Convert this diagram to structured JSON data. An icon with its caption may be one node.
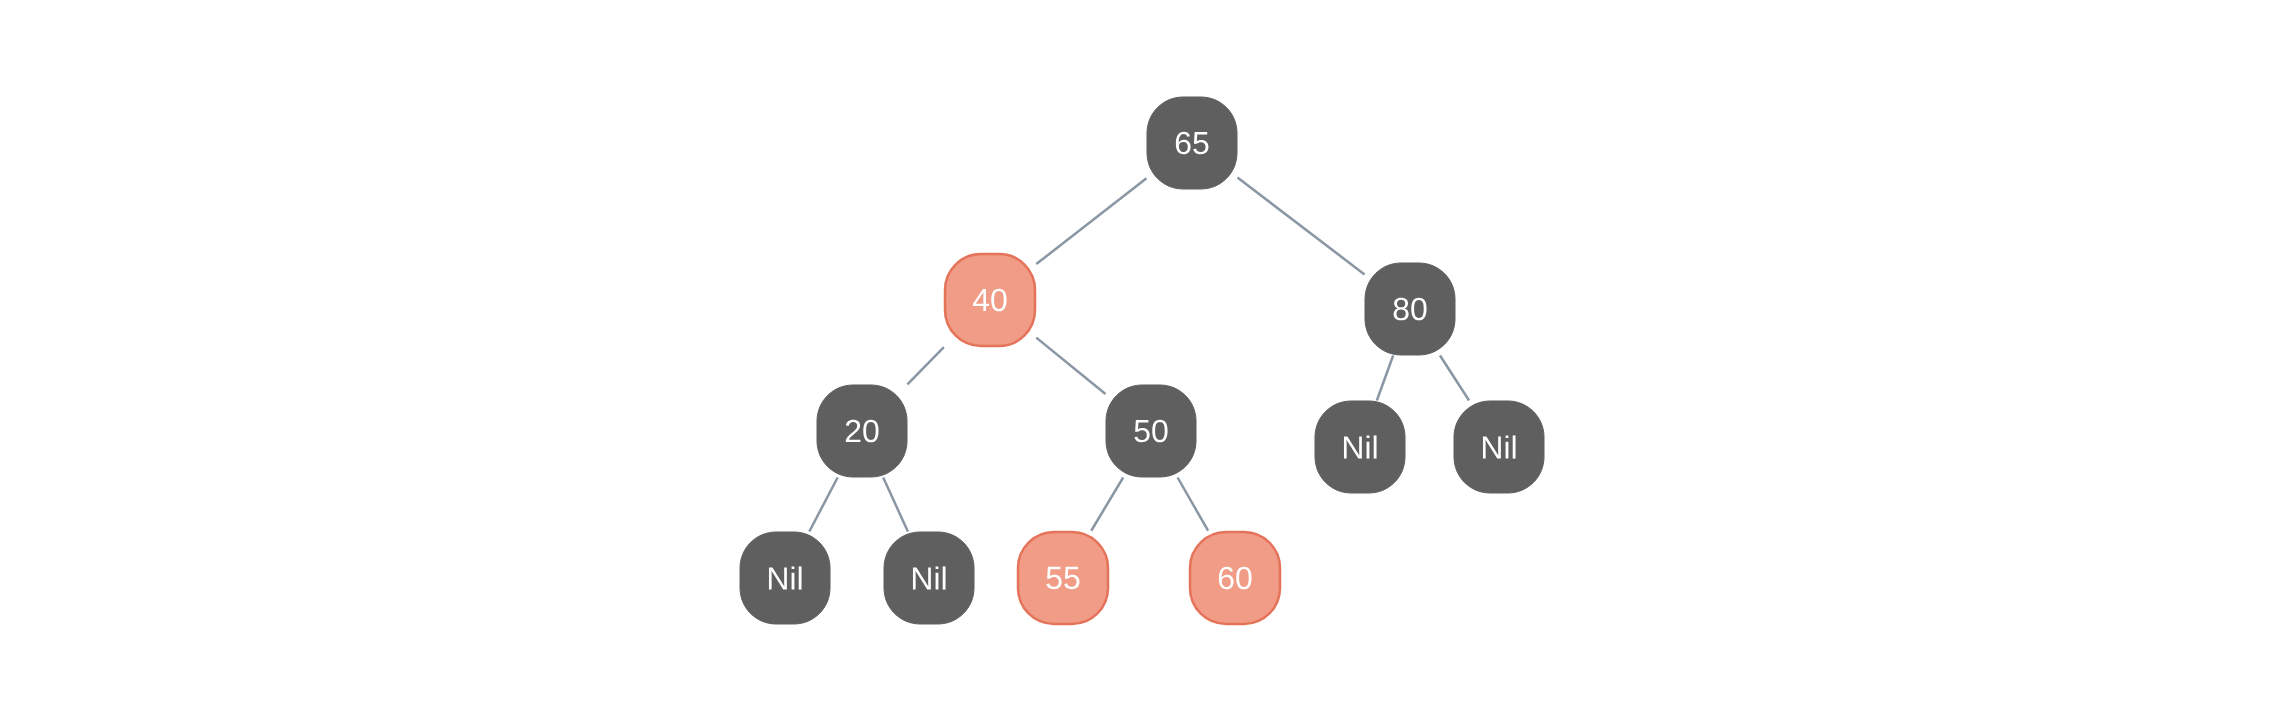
{
  "diagram": {
    "nodes": [
      {
        "text": [
          "65"
        ]
      },
      {
        "text": [
          "40"
        ]
      },
      {
        "text": [
          "80"
        ]
      },
      {
        "text": [
          "20"
        ]
      },
      {
        "text": [
          "50"
        ]
      },
      {
        "text": [
          "Nil"
        ]
      },
      {
        "text": [
          "Nil"
        ]
      },
      {
        "text": [
          "Nil"
        ]
      },
      {
        "text": [
          "Nil"
        ]
      },
      {
        "text": [
          "55"
        ]
      },
      {
        "text": [
          "60"
        ]
      }
    ],
    "edges": [
      {
        "from": 0,
        "to": 1,
        "arrow": "none"
      },
      {
        "from": 0,
        "to": 2,
        "arrow": "none"
      },
      {
        "from": 1,
        "to": 3,
        "arrow": "none"
      },
      {
        "from": 1,
        "to": 4,
        "arrow": "none"
      },
      {
        "from": 2,
        "to": 5,
        "arrow": "none"
      },
      {
        "from": 2,
        "to": 6,
        "arrow": "none"
      },
      {
        "from": 3,
        "to": 7,
        "arrow": "none"
      },
      {
        "from": 3,
        "to": 8,
        "arrow": "none"
      },
      {
        "from": 4,
        "to": 9,
        "arrow": "none"
      },
      {
        "from": 4,
        "to": 10,
        "arrow": "none"
      }
    ]
  }
}
